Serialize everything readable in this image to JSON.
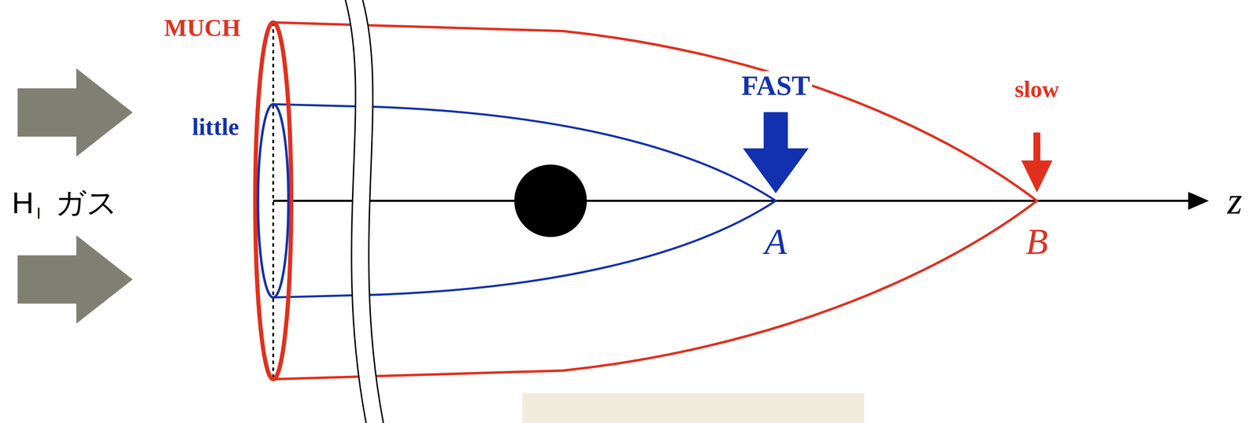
{
  "diagram": {
    "labels": [
      "MUCH",
      "little",
      "FAST",
      "slow",
      "A",
      "B",
      "z",
      "H",
      "I",
      "ガス"
    ]
  }
}
